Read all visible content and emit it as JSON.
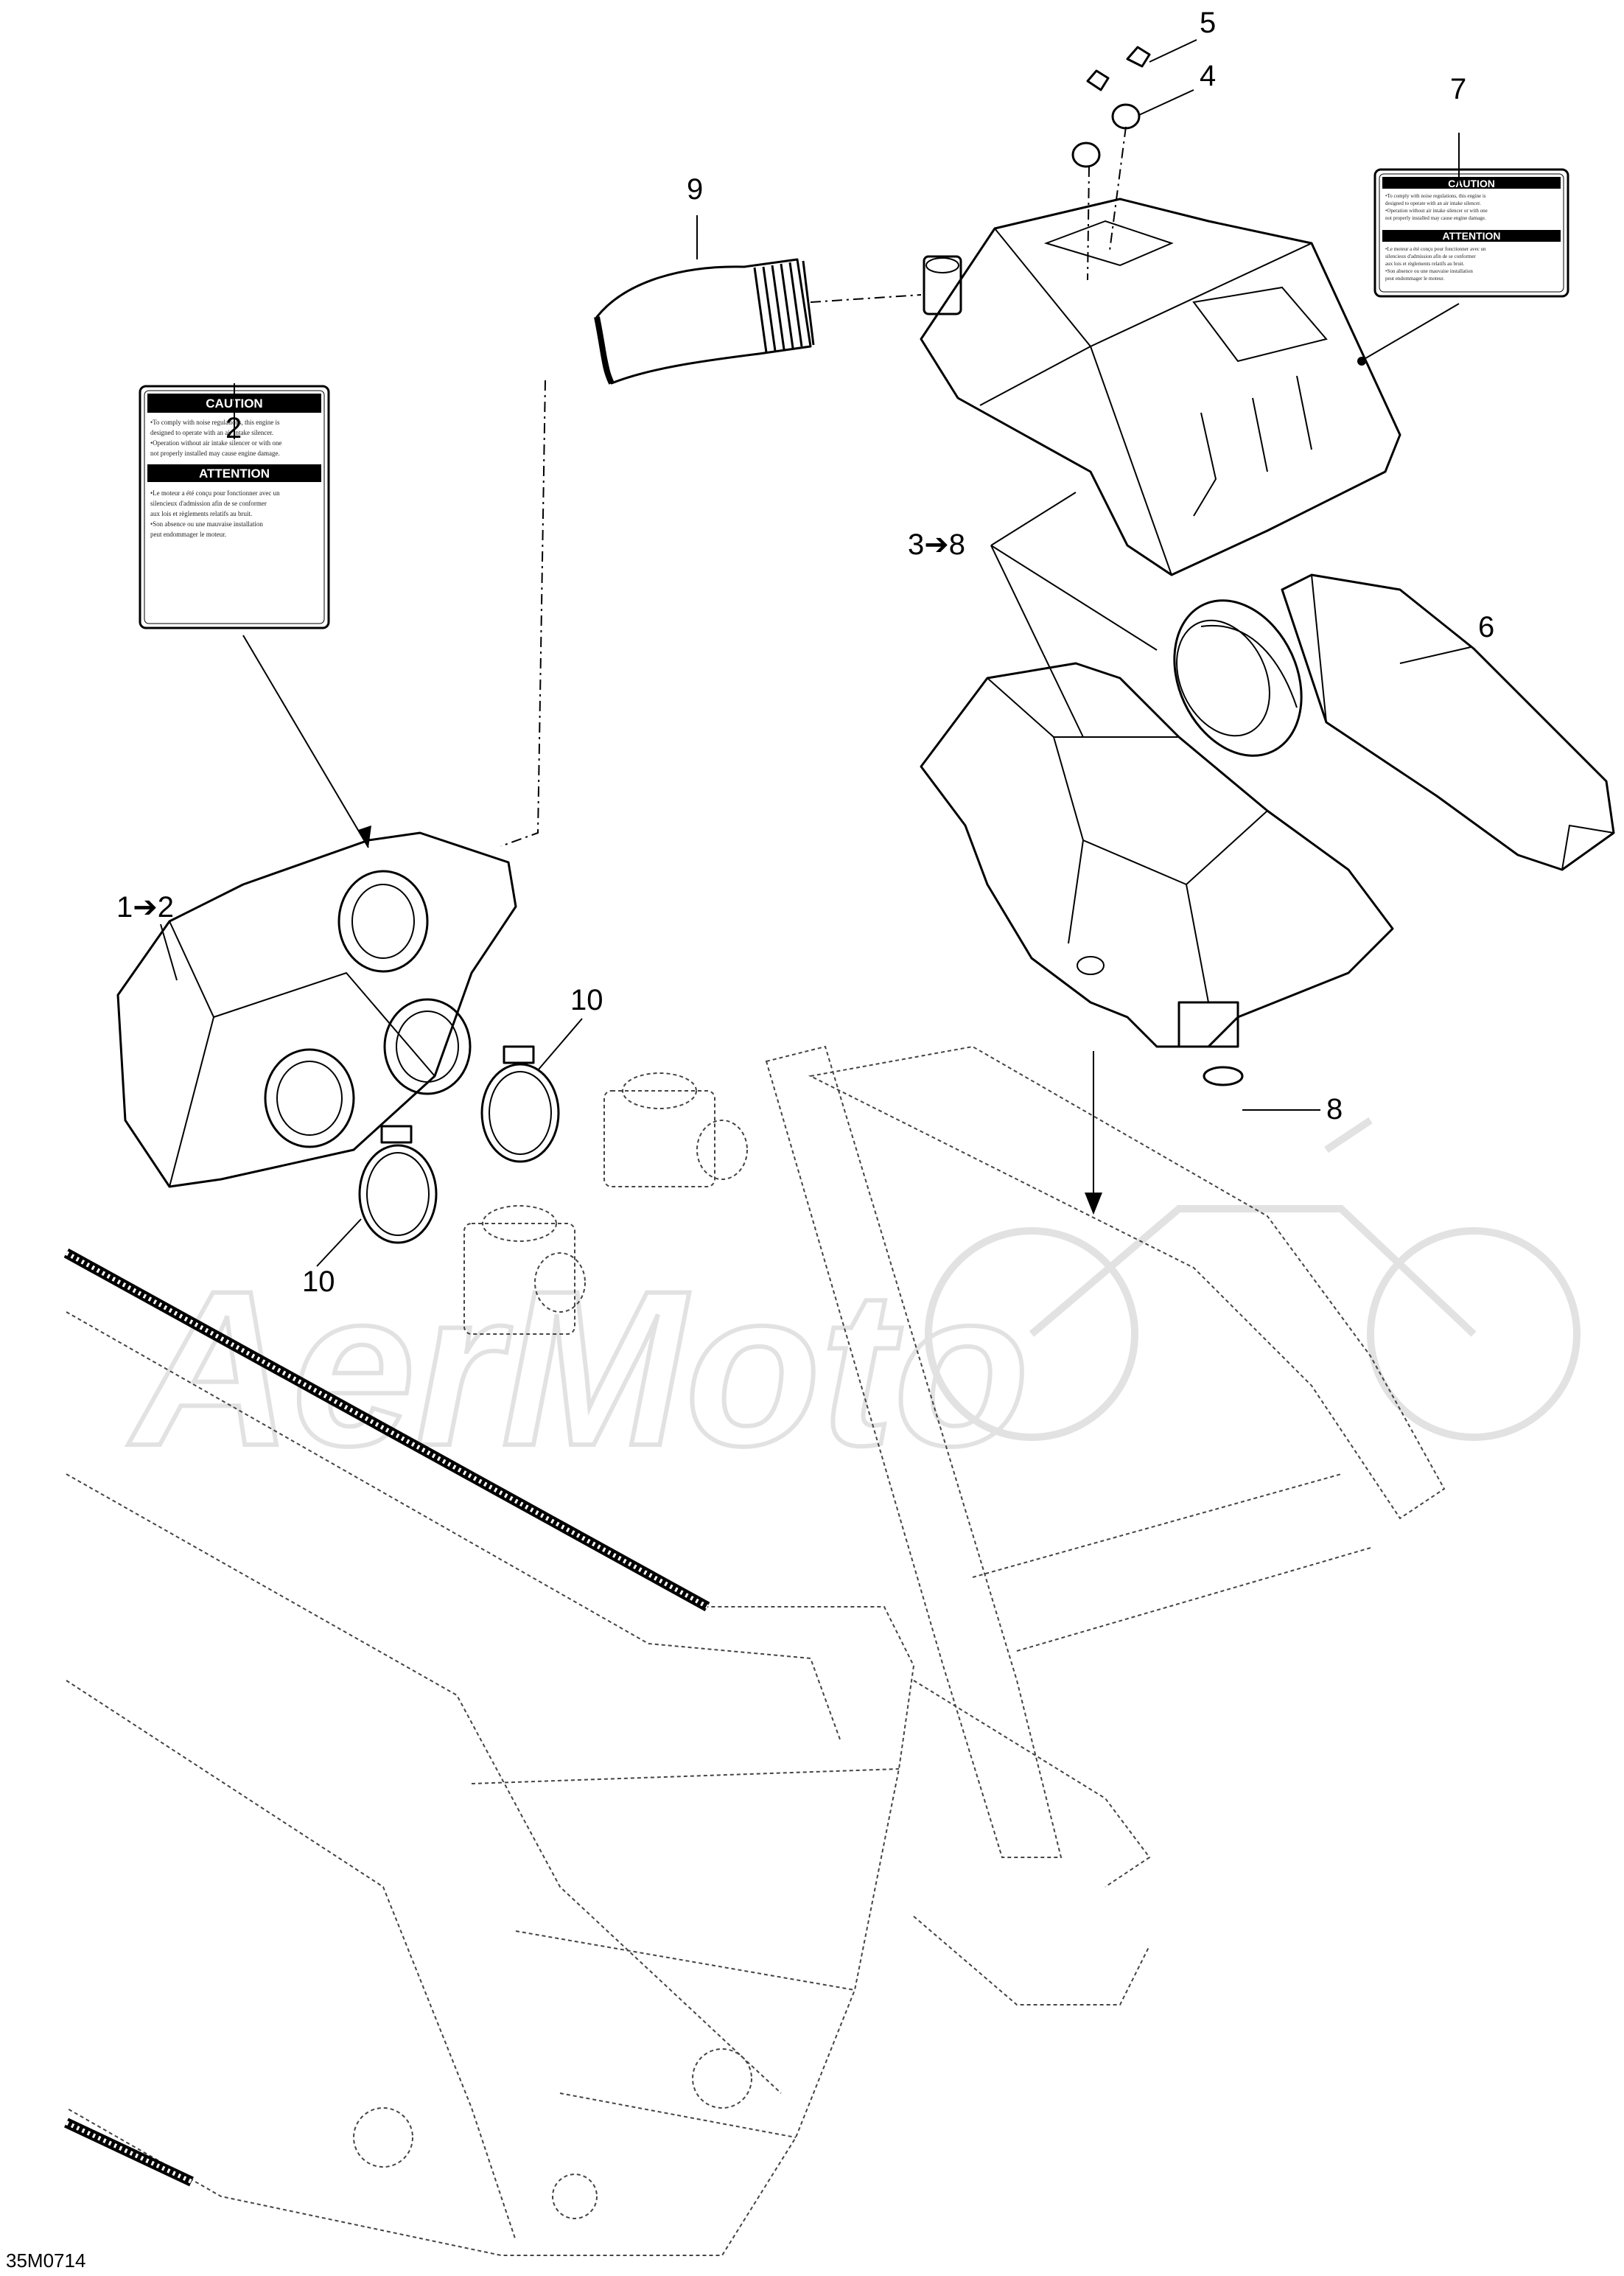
{
  "diagram_code": "35M0714",
  "watermark": "AerMoto",
  "callouts": {
    "c1": "1➔2",
    "c2": "2",
    "c3": "3➔8",
    "c4": "4",
    "c5": "5",
    "c6": "6",
    "c7": "7",
    "c8": "8",
    "c9": "9",
    "c10a": "10",
    "c10b": "10"
  },
  "labels": {
    "left": {
      "title1": "CAUTION",
      "en1": "•To comply with noise regulations, this engine is",
      "en2": "designed to operate with an air intake silencer.",
      "en3": "•Operation without air intake silencer or with one",
      "en4": "not properly installed may cause engine damage.",
      "title2": "ATTENTION",
      "fr1": "•Le moteur a été conçu pour fonctionner avec un",
      "fr2": "silencieux d'admission afin de se conformer",
      "fr3": "aux lois et règlements relatifs au bruit.",
      "fr4": "•Son absence ou une mauvaise installation",
      "fr5": "peut endommager le moteur."
    },
    "right": {
      "title1": "CAUTION",
      "en1": "•To comply with noise regulations, this engine is",
      "en2": "designed to operate with an air intake silencer.",
      "en3": "•Operation without air intake silencer or with one",
      "en4": "not properly installed may cause engine damage.",
      "title2": "ATTENTION",
      "fr1": "•Le moteur a été conçu pour fonctionner avec un",
      "fr2": "silencieux d'admission afin de se conformer",
      "fr3": "aux lois et règlements relatifs au bruit.",
      "fr4": "•Son absence ou une mauvaise installation",
      "fr5": "peut endommager le moteur."
    }
  }
}
